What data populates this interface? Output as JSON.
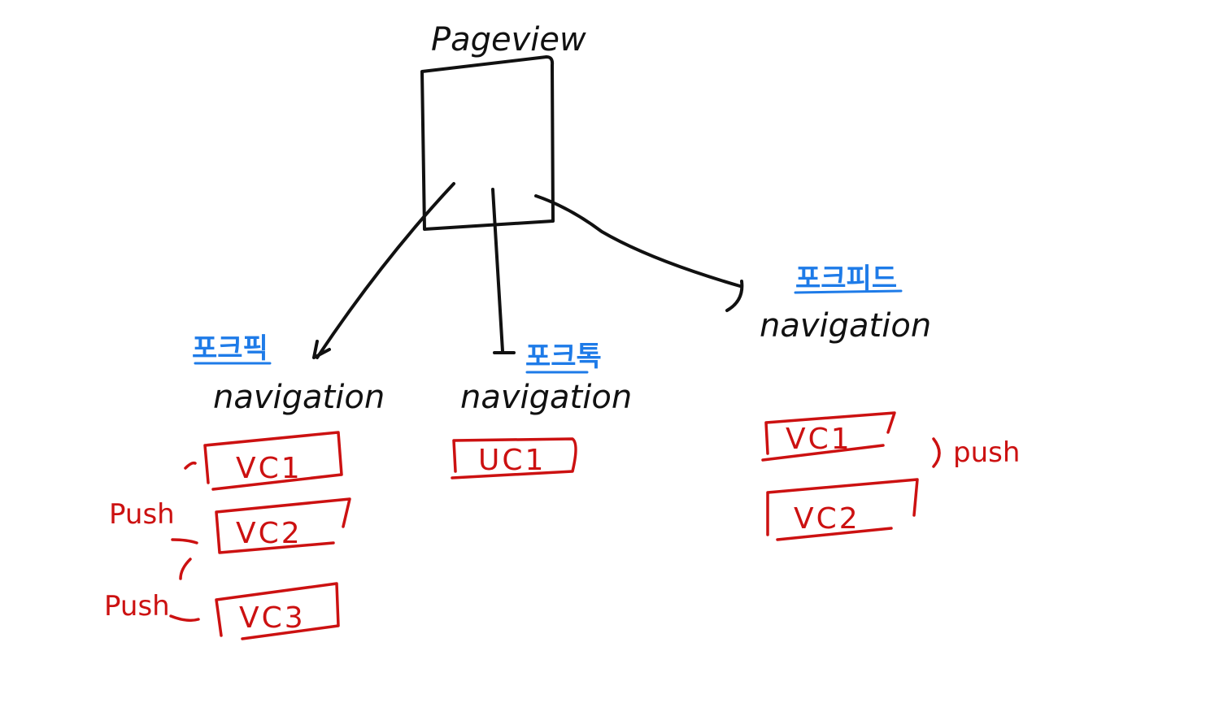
{
  "colors": {
    "ink": "#111111",
    "accent_blue": "#1e7be8",
    "accent_red": "#cc1111"
  },
  "root": {
    "label": "Pageview"
  },
  "columns": [
    {
      "tag": "포크픽",
      "title": "navigation",
      "stack": [
        "VC1",
        "VC2",
        "VC3"
      ],
      "push_labels": [
        "Push",
        "Push"
      ]
    },
    {
      "tag": "포크톡",
      "title": "navigation",
      "stack": [
        "UC1"
      ],
      "push_labels": []
    },
    {
      "tag": "포크피드",
      "title": "navigation",
      "stack": [
        "VC1",
        "VC2"
      ],
      "push_labels": [
        "push"
      ]
    }
  ]
}
